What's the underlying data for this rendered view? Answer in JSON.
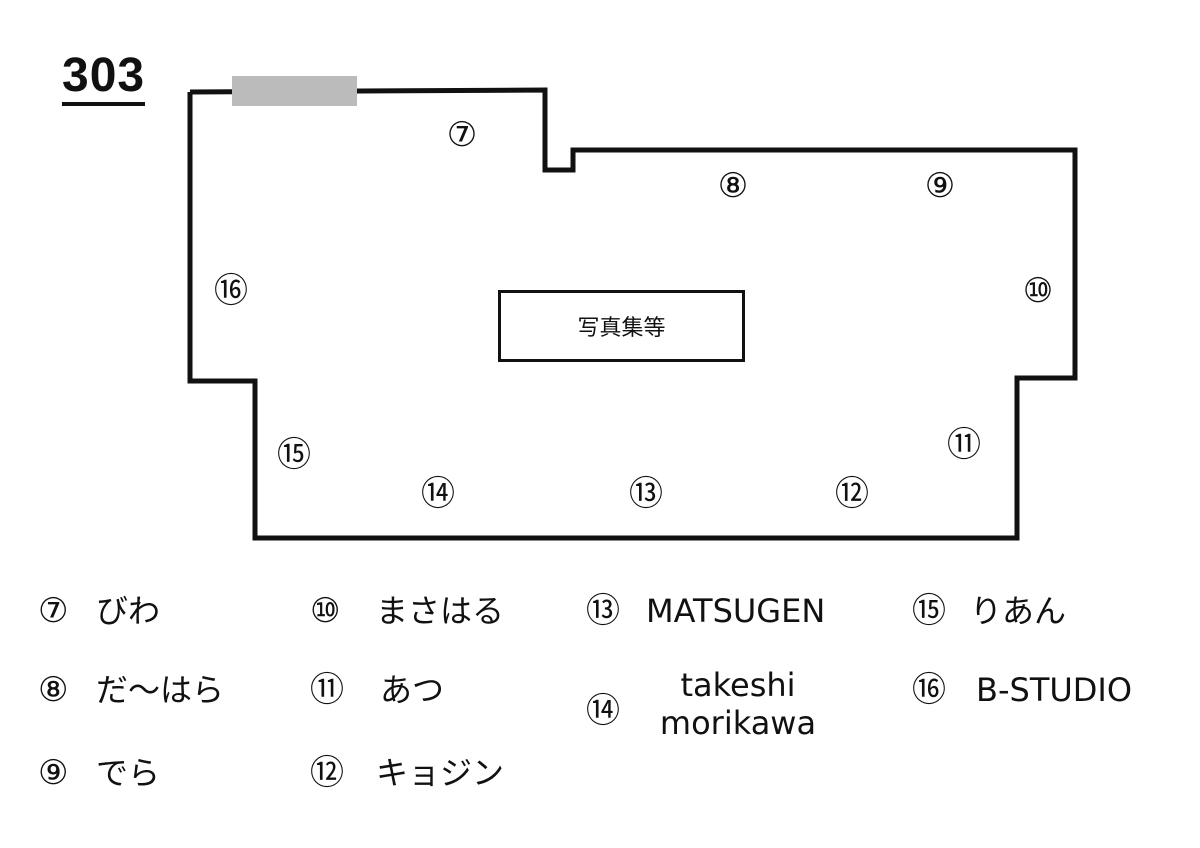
{
  "room": "303",
  "center_label": "写真集等",
  "booths": [
    {
      "mark": "⑦"
    },
    {
      "mark": "⑧"
    },
    {
      "mark": "⑨"
    },
    {
      "mark": "⑩"
    },
    {
      "mark": "⑪"
    },
    {
      "mark": "⑫"
    },
    {
      "mark": "⑬"
    },
    {
      "mark": "⑭"
    },
    {
      "mark": "⑮"
    },
    {
      "mark": "⑯"
    }
  ],
  "legend": [
    {
      "mark": "⑦",
      "name": "びわ"
    },
    {
      "mark": "⑧",
      "name": "だ〜はら"
    },
    {
      "mark": "⑨",
      "name": "でら"
    },
    {
      "mark": "⑩",
      "name": "まさはる"
    },
    {
      "mark": "⑪",
      "name": "あつ"
    },
    {
      "mark": "⑫",
      "name": "キョジン"
    },
    {
      "mark": "⑬",
      "name": "MATSUGEN"
    },
    {
      "mark": "⑭",
      "name_line1": "takeshi",
      "name_line2": "morikawa"
    },
    {
      "mark": "⑮",
      "name": "りあん"
    },
    {
      "mark": "⑯",
      "name": "B-STUDIO"
    }
  ]
}
